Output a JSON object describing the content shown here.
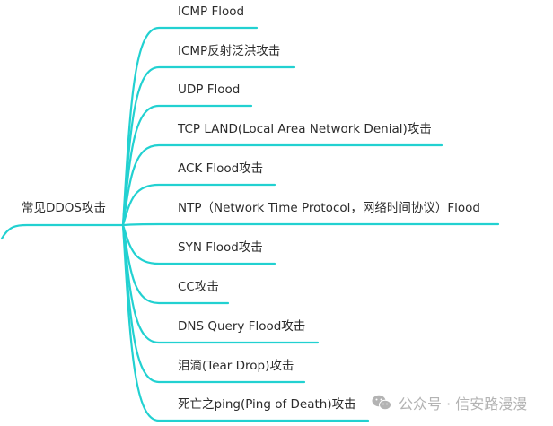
{
  "mindmap": {
    "root": {
      "label": "常见DDOS攻击"
    },
    "branches": [
      {
        "label": "ICMP Flood"
      },
      {
        "label": "ICMP反射泛洪攻击"
      },
      {
        "label": "UDP Flood"
      },
      {
        "label": "TCP LAND(Local Area Network Denial)攻击"
      },
      {
        "label": "ACK Flood攻击"
      },
      {
        "label": "NTP（Network Time Protocol，网络时间协议）Flood"
      },
      {
        "label": "SYN Flood攻击"
      },
      {
        "label": "CC攻击"
      },
      {
        "label": "DNS Query Flood攻击"
      },
      {
        "label": "泪滴(Tear Drop)攻击"
      },
      {
        "label": "死亡之ping(Ping of Death)攻击"
      }
    ],
    "edge_color": "#22d1d1",
    "text_color": "#2b2b2b"
  },
  "watermark": {
    "icon": "wechat-icon",
    "text": "公众号 · 信安路漫漫"
  }
}
